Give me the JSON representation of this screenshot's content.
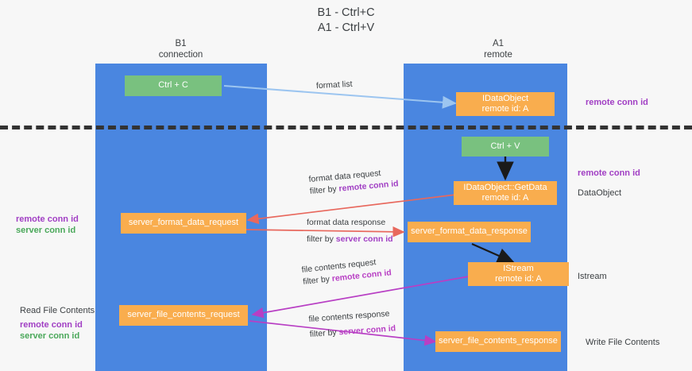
{
  "title": "B1 - Ctrl+C\nA1 - Ctrl+V",
  "columns": [
    {
      "name": "b1",
      "label": "B1\nconnection"
    },
    {
      "name": "a1",
      "label": "A1\nremote"
    }
  ],
  "colors": {
    "lane": "#4a86e0",
    "box_orange": "#f9ad4e",
    "box_green": "#79c17f",
    "purple": "#a13fc4",
    "green": "#4aa85a",
    "magenta": "#b83fc4",
    "arrow_red": "#e8685d",
    "arrow_lightblue": "#9cc5f0",
    "arrow_black": "#1a1a1a",
    "divider": "#333333",
    "background": "#f7f7f7"
  },
  "boxes": {
    "ctrl_c": "Ctrl + C",
    "ctrl_v": "Ctrl + V",
    "idataobject_remote": "IDataObject\nremote id: A",
    "getdata": "IDataObject::GetData\nremote id: A",
    "istream": "IStream\nremote id: A",
    "server_format_data_request": "server_format_data_request",
    "server_format_data_response": "server_format_data_response",
    "server_file_contents_request": "server_file_contents_request",
    "server_file_contents_response": "server_file_contents_response"
  },
  "right_labels": {
    "remote_conn_id_top": "remote conn id",
    "remote_conn_id_mid": "remote conn id",
    "dataobject": "DataObject",
    "istream": "Istream",
    "write_file_contents": "Write File Contents"
  },
  "left_labels": {
    "remote_conn_id": "remote conn id",
    "server_conn_id": "server conn id",
    "read_file_contents": "Read File Contents",
    "remote_conn_id_2": "remote conn id",
    "server_conn_id_2": "server conn id"
  },
  "annotations": {
    "format_list": "format list",
    "format_data_request": "format data request",
    "format_data_request_filter_prefix": "filter by ",
    "format_data_request_filter_value": "remote conn id",
    "format_data_response": "format data response",
    "format_data_response_filter_prefix": "filter by ",
    "format_data_response_filter_value": "server conn id",
    "file_contents_request": "file contents request",
    "file_contents_request_filter_prefix": "filter by ",
    "file_contents_request_filter_value": "remote conn id",
    "file_contents_response": "file contents response",
    "file_contents_response_filter_prefix": "filter by ",
    "file_contents_response_filter_value": "server conn id"
  }
}
